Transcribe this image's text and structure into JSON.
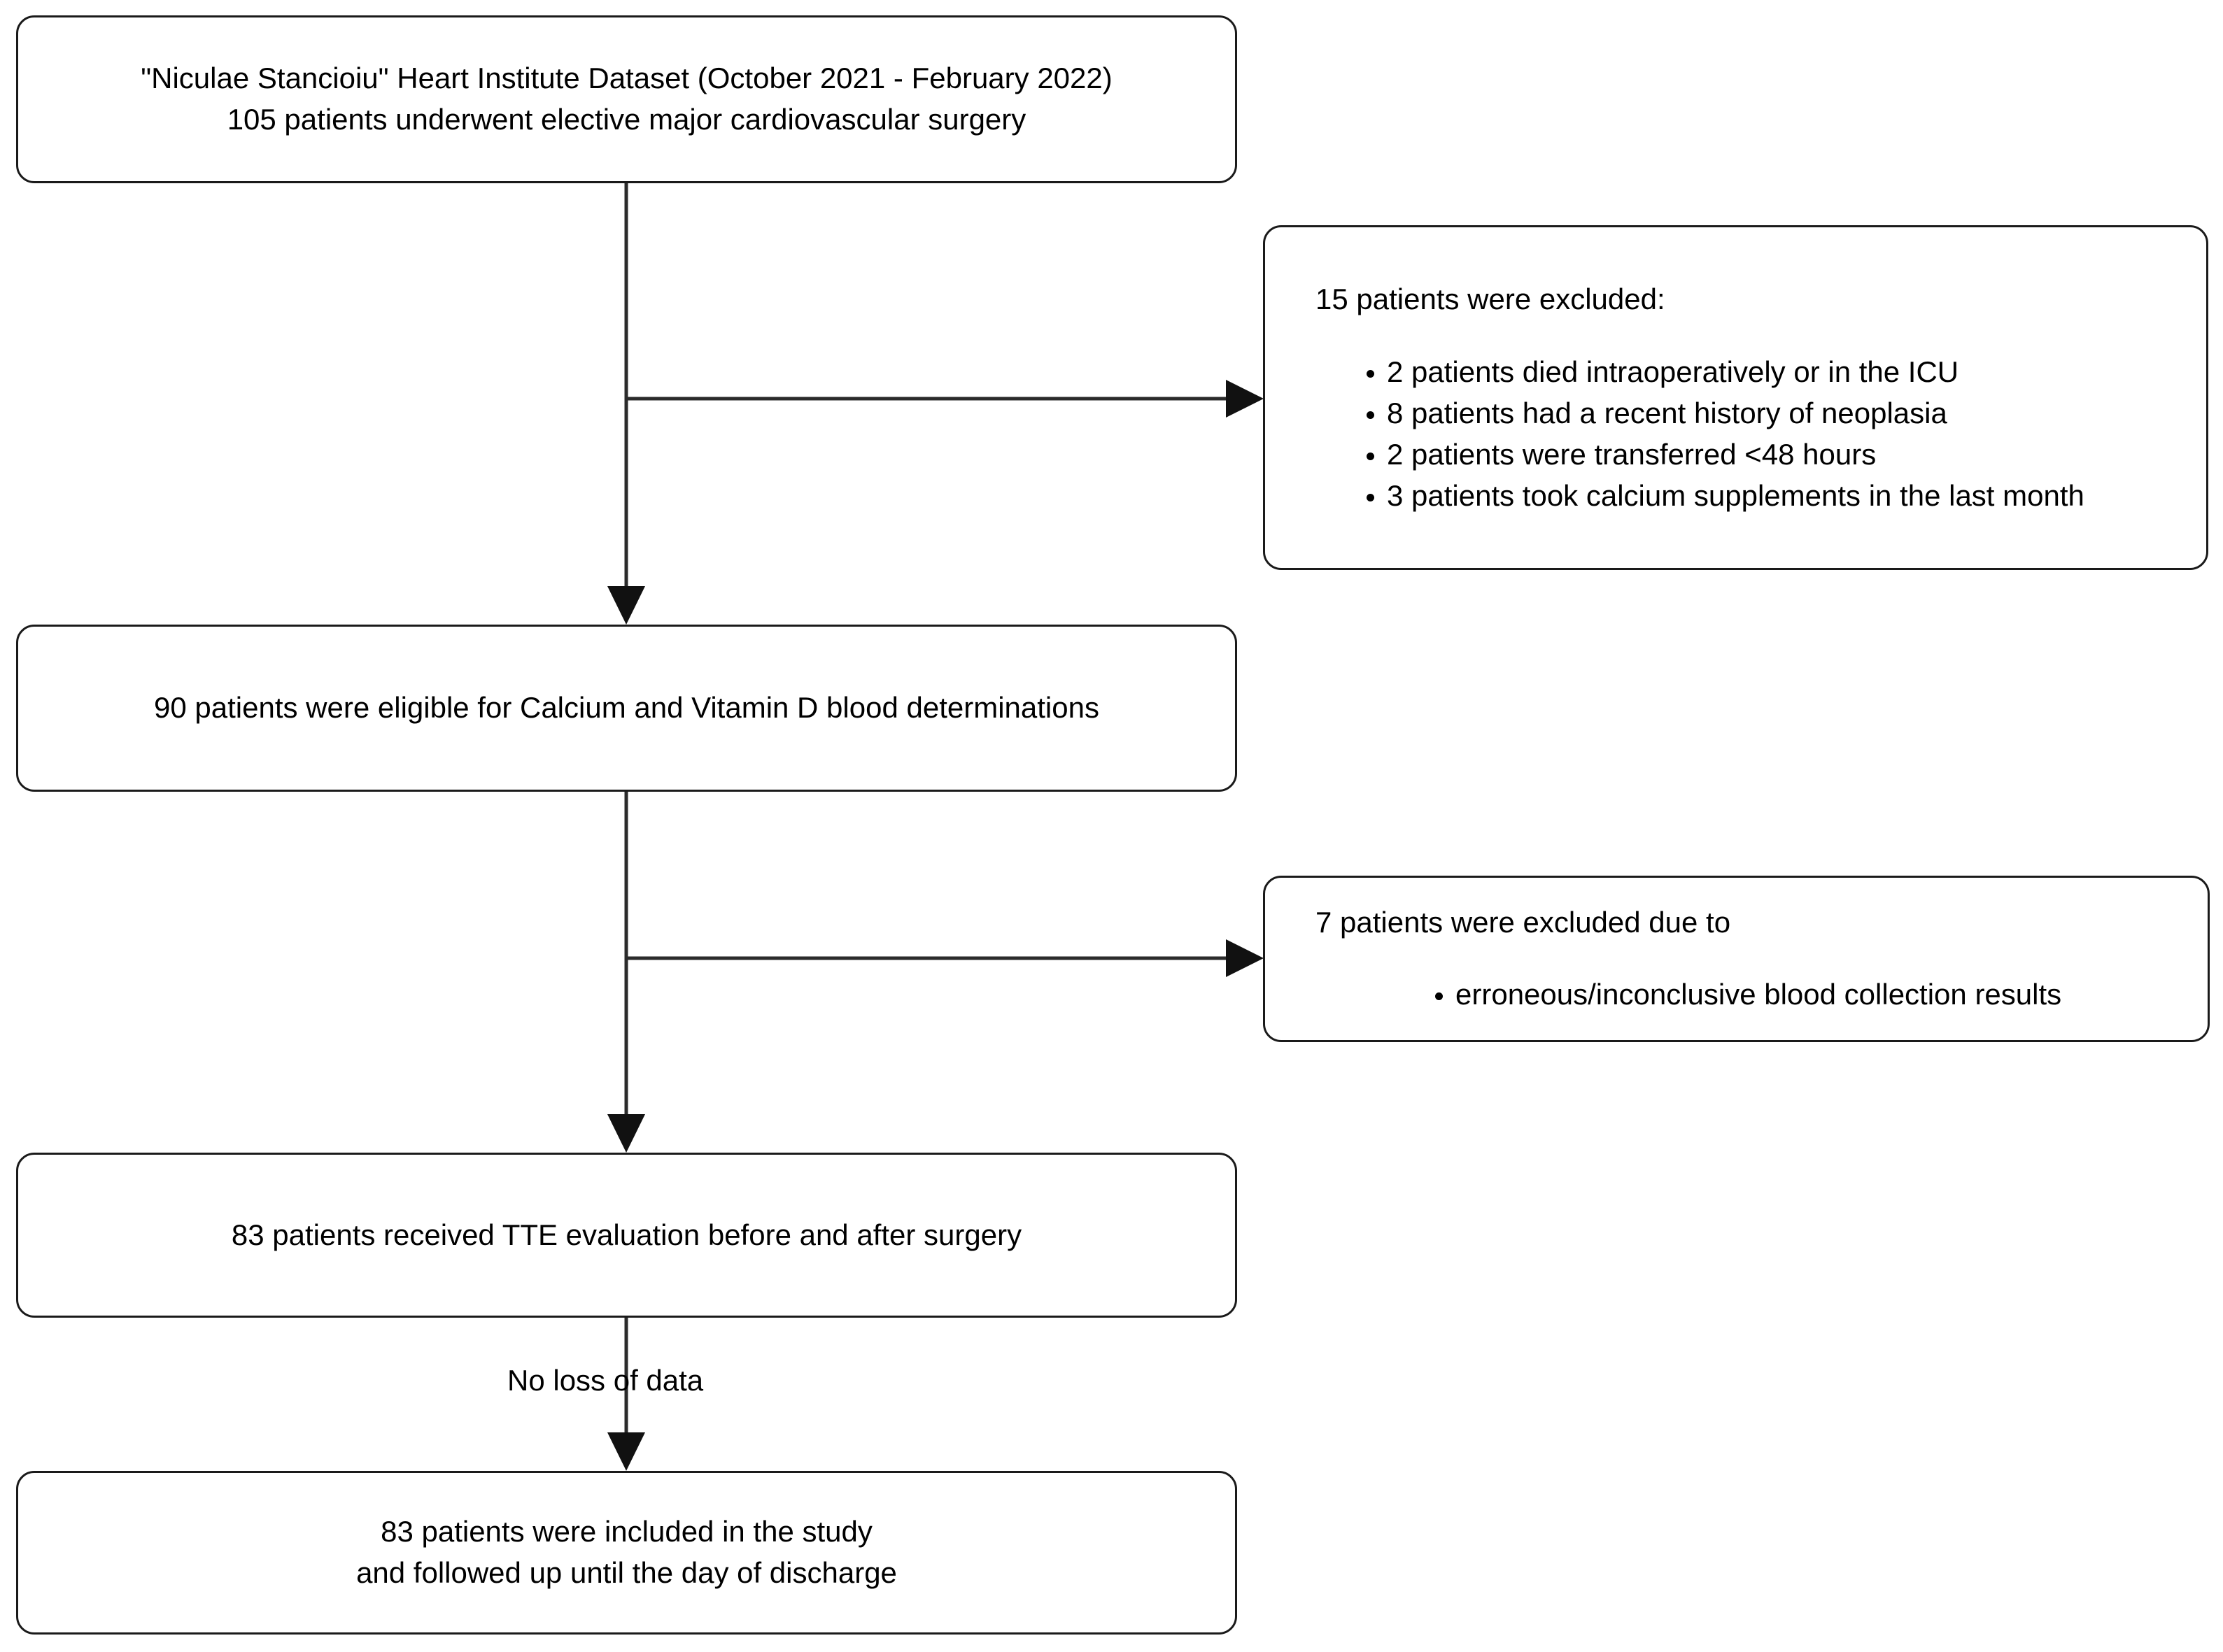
{
  "diagram": {
    "title": "Patient selection flow diagram",
    "colors": {
      "border": "#1a1a1a",
      "edge": "#2b2b2b",
      "text": "#000000",
      "background": "#ffffff"
    },
    "nodes": [
      {
        "id": "source",
        "name": "dataset-source-box",
        "text": "\"Niculae Stancioiu\" Heart Institute Dataset (October 2021 - February 2022)\n105 patients underwent elective major cardiovascular surgery"
      },
      {
        "id": "eligible",
        "name": "eligible-patients-box",
        "text": "90 patients were eligible for Calcium and Vitamin D blood determinations"
      },
      {
        "id": "tte",
        "name": "tte-evaluation-box",
        "text": "83 patients received TTE evaluation before and after surgery"
      },
      {
        "id": "included",
        "name": "included-patients-box",
        "text": "83 patients were included in the study\nand followed up until the day of discharge"
      }
    ],
    "exclusions": [
      {
        "id": "exclusion-1",
        "name": "exclusion-box-1",
        "heading": "15 patients were excluded:",
        "items": [
          "2 patients died intraoperatively or in the ICU",
          "8 patients had a recent history of neoplasia",
          "2 patients were transferred <48 hours",
          "3 patients took calcium supplements in the last month"
        ]
      },
      {
        "id": "exclusion-2",
        "name": "exclusion-box-2",
        "heading": "7 patients were excluded due to",
        "items": [
          "erroneous/inconclusive blood collection results"
        ]
      }
    ],
    "edge_labels": [
      {
        "id": "no-loss",
        "name": "edge-label-no-loss-of-data",
        "text": "No loss of data"
      }
    ]
  }
}
